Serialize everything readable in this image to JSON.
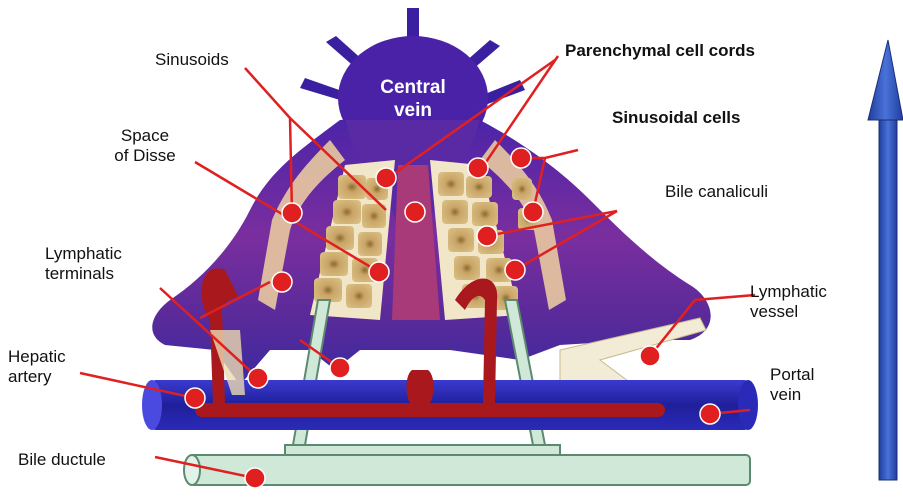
{
  "labels": {
    "central_vein": "Central\nvein",
    "sinusoids": "Sinusoids",
    "parenchymal": "Parenchymal cell cords",
    "sinusoidal_cells": "Sinusoidal cells",
    "space_of_disse": "Space\nof Disse",
    "bile_canaliculi": "Bile canaliculi",
    "lymphatic_terminals": "Lymphatic\nterminals",
    "lymphatic_vessel": "Lymphatic\nvessel",
    "hepatic_artery": "Hepatic\nartery",
    "portal_vein": "Portal\nvein",
    "bile_ductule": "Bile ductule"
  },
  "colors": {
    "vein": "#3a1fa0",
    "vein_light": "#7a2fa8",
    "artery": "#b01a1a",
    "pointer": "#e02020",
    "hepatocyte": "#c9a466",
    "duct": "#cfe8d8",
    "arrow": "#2c4fb8"
  }
}
